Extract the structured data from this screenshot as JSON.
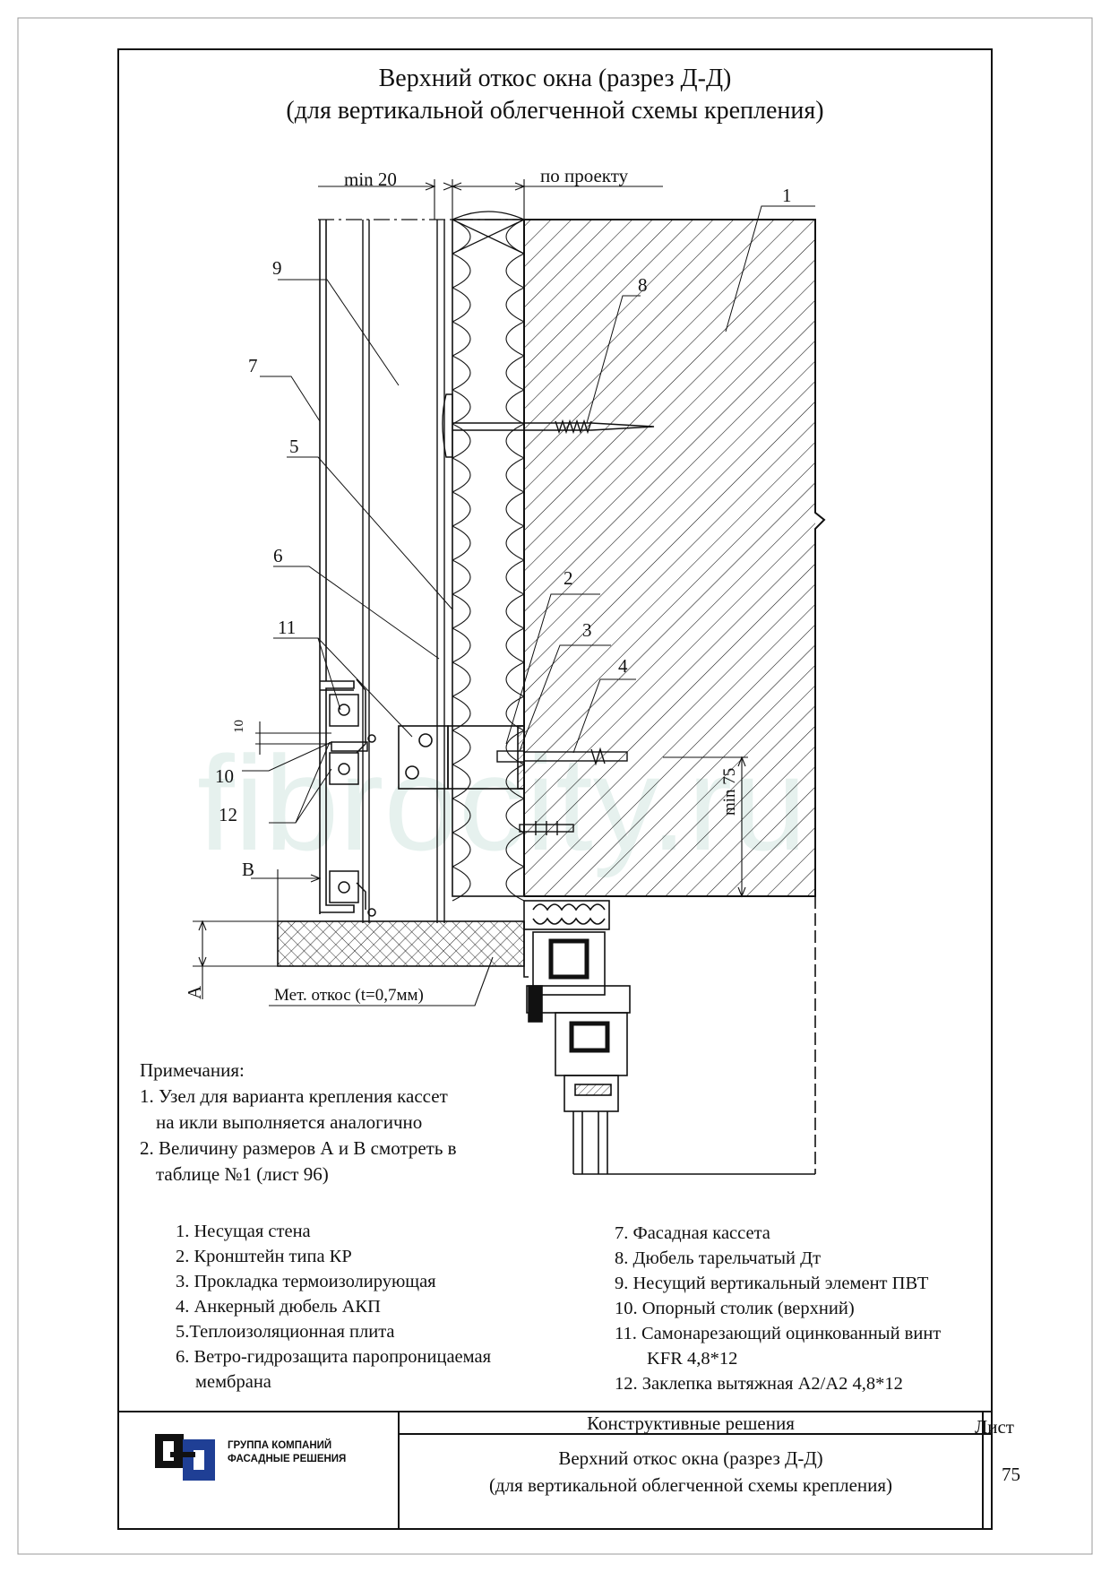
{
  "title": {
    "line1": "Верхний откос окна (разрез Д-Д)",
    "line2": "(для вертикальной облегченной схемы крепления)"
  },
  "dimensions": {
    "min20": "min 20",
    "po_proektu": "по проекту",
    "d10": "10",
    "min75": "min 75",
    "B": "B",
    "A": "A",
    "met_otkos": "Мет. откос (t=0,7мм)"
  },
  "callouts": [
    "1",
    "2",
    "3",
    "4",
    "5",
    "6",
    "7",
    "8",
    "9",
    "10",
    "11",
    "12"
  ],
  "notes": {
    "heading": "Примечания:",
    "items": [
      "1. Узел для варианта крепления кассет",
      "на икли выполняется аналогично",
      "2. Величину размеров А и В смотреть в",
      "таблице №1 (лист 96)"
    ]
  },
  "legend": {
    "left": [
      "1. Несущая стена",
      "2. Кронштейн типа КР",
      "3. Прокладка термоизолирующая",
      "4. Анкерный дюбель АКП",
      "5.Теплоизоляционная плита",
      "6. Ветро-гидрозащита паропроницаемая",
      "мембрана"
    ],
    "right": [
      "7. Фасадная кассета",
      "8. Дюбель тарельчатый Дт",
      "9. Несущий вертикальный элемент ПВТ",
      "10. Опорный столик (верхний)",
      "11. Самонарезающий оцинкованный винт",
      "KFR 4,8*12",
      "12. Заклепка вытяжная А2/А2 4,8*12"
    ]
  },
  "title_block": {
    "section": "Конструктивные решения",
    "sheet_label": "Лист",
    "sheet_number": "75",
    "name_line1": "Верхний откос окна (разрез Д-Д)",
    "name_line2": "(для вертикальной облегченной схемы крепления)",
    "company_line1": "ГРУППА КОМПАНИЙ",
    "company_line2": "ФАСАДНЫЕ РЕШЕНИЯ"
  },
  "watermark": "fibrocity.ru",
  "colors": {
    "line": "#111111",
    "logo_blue": "#1f3f95",
    "watermark": "#e6f1ee"
  }
}
